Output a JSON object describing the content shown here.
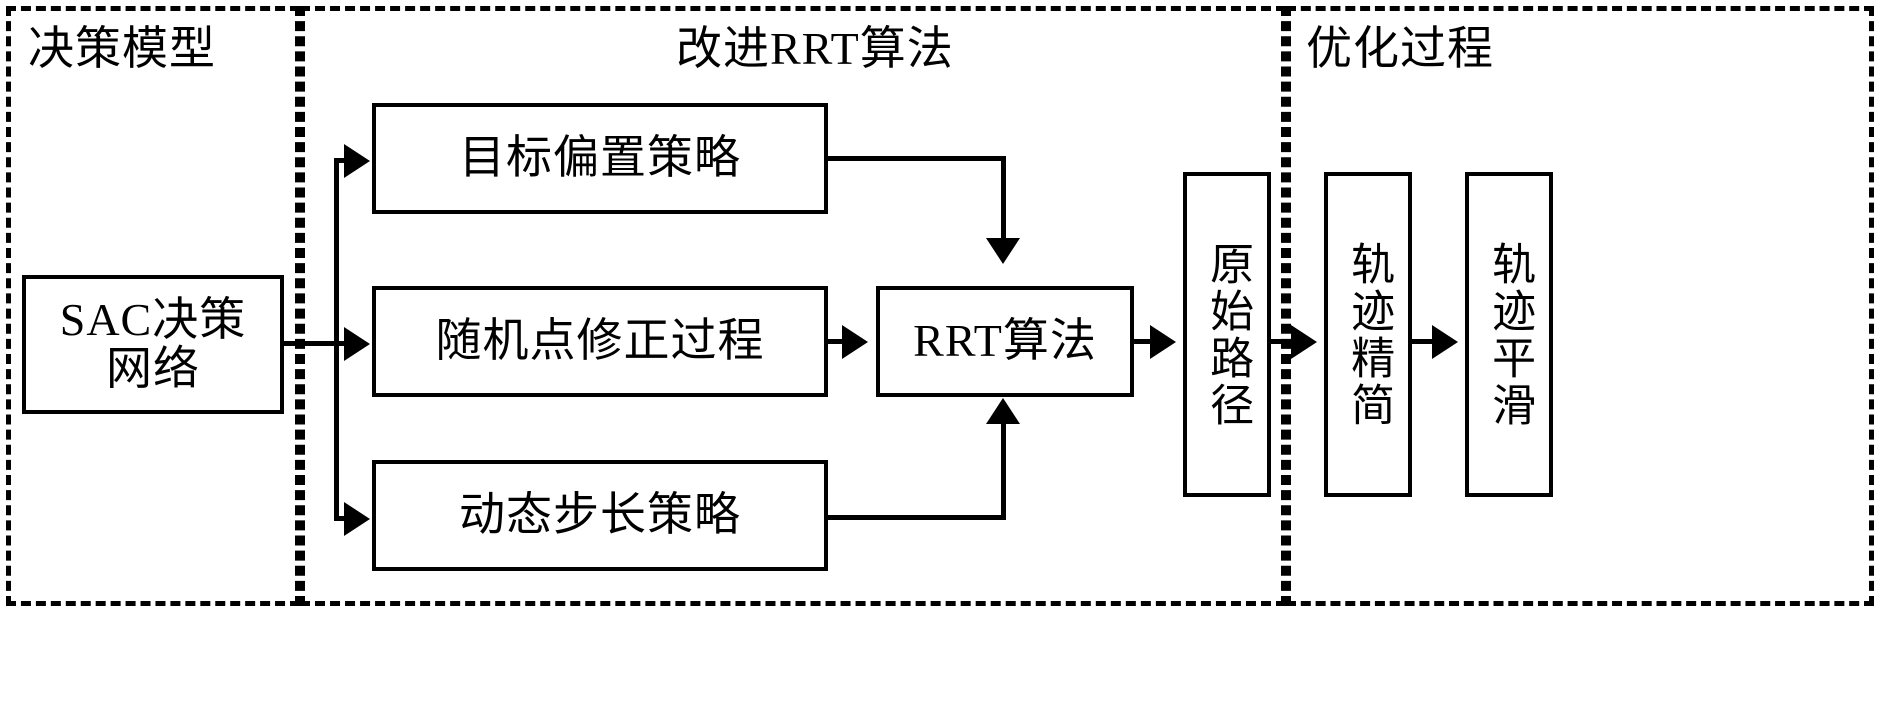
{
  "diagram": {
    "sections": [
      {
        "id": "decision-model",
        "title": "决策模型"
      },
      {
        "id": "improved-rrt",
        "title": "改进RRT算法"
      },
      {
        "id": "optimization",
        "title": "优化过程"
      }
    ],
    "boxes": [
      {
        "id": "sac-network",
        "label": "SAC决策\n网络"
      },
      {
        "id": "goal-bias-strategy",
        "label": "目标偏置策略"
      },
      {
        "id": "random-point-correction",
        "label": "随机点修正过程"
      },
      {
        "id": "dynamic-step-strategy",
        "label": "动态步长策略"
      },
      {
        "id": "rrt-algorithm",
        "label": "RRT算法"
      },
      {
        "id": "original-path",
        "label": "原始路径"
      },
      {
        "id": "trajectory-simplify",
        "label": "轨迹精简"
      },
      {
        "id": "trajectory-smooth",
        "label": "轨迹平滑"
      }
    ],
    "colors": {
      "stroke": "#000000",
      "background": "#ffffff",
      "text": "#000000"
    }
  }
}
